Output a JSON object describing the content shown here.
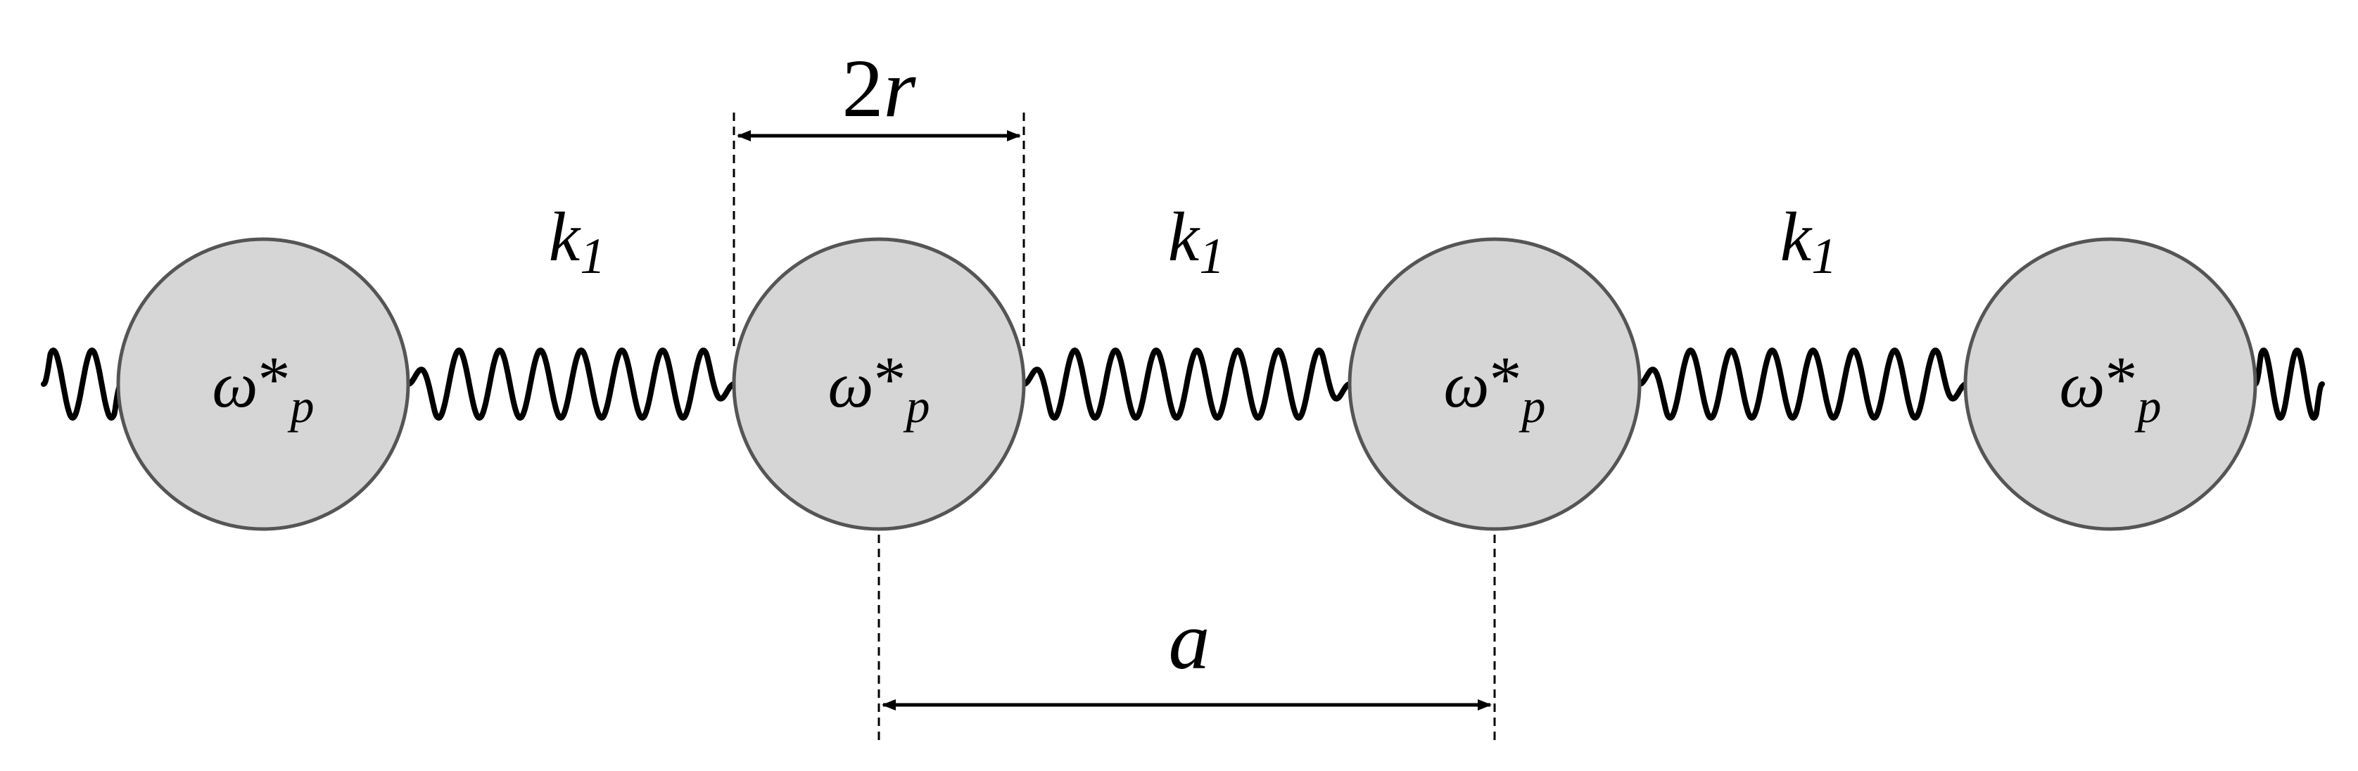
{
  "diagram": {
    "colors": {
      "mass_fill": "#d9d9d9",
      "mass_stroke": "#555555",
      "spring": "#000000",
      "dimension_line": "#000000"
    },
    "masses": [
      {
        "symbol": "ω",
        "superscript": "*",
        "subscript": "p"
      },
      {
        "symbol": "ω",
        "superscript": "*",
        "subscript": "p"
      },
      {
        "symbol": "ω",
        "superscript": "*",
        "subscript": "p"
      },
      {
        "symbol": "ω",
        "superscript": "*",
        "subscript": "p"
      }
    ],
    "springs": [
      {
        "label": "k",
        "label_subscript": "1"
      },
      {
        "label": "k",
        "label_subscript": "1"
      },
      {
        "label": "k",
        "label_subscript": "1"
      }
    ],
    "dimensions": {
      "diameter": {
        "coefficient": "2",
        "variable": "r"
      },
      "spacing": {
        "variable": "a"
      }
    }
  }
}
